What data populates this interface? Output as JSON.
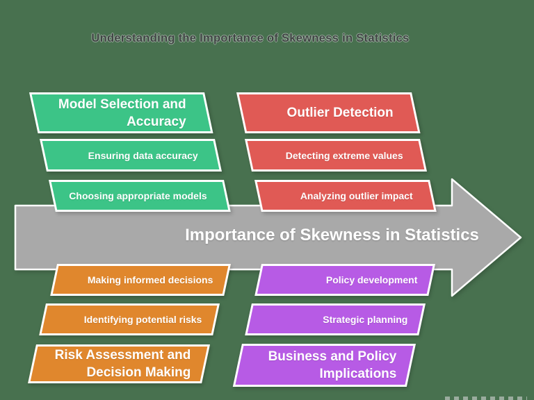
{
  "title": "Understanding the Importance of Skewness in Statistics",
  "arrow": {
    "label": "Importance of Skewness in Statistics",
    "color": "#A9A9A9"
  },
  "colors": {
    "background": "#48714F",
    "box_border": "#FFFFFF",
    "box_text": "#FFFFFF",
    "title_text": "#3F4543"
  },
  "groups": {
    "model_selection": {
      "header": "Model Selection and Accuracy",
      "color": "#3CC487",
      "items": [
        "Ensuring data accuracy",
        "Choosing appropriate models"
      ]
    },
    "outlier_detection": {
      "header": "Outlier Detection",
      "color": "#E05A55",
      "items": [
        "Detecting extreme values",
        "Analyzing outlier impact"
      ]
    },
    "risk_assessment": {
      "header": "Risk Assessment and Decision Making",
      "color": "#E0872D",
      "items": [
        "Making informed decisions",
        "Identifying potential risks"
      ]
    },
    "business_policy": {
      "header": "Business and Policy Implications",
      "color": "#B75BE5",
      "items": [
        "Policy development",
        "Strategic planning"
      ]
    }
  }
}
